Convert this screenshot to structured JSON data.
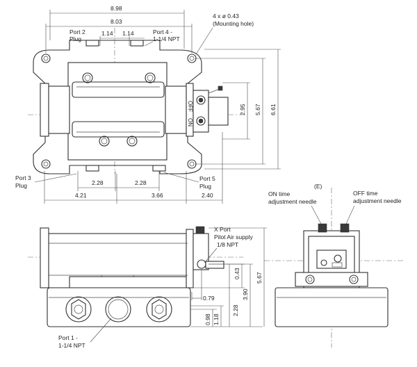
{
  "dimensions": {
    "overall_width": "8.98",
    "hole_spacing_width": "8.03",
    "port2_left_offset": "1.14",
    "port2_right_offset": "1.14",
    "right_height_1": "2.95",
    "right_height_2": "5.67",
    "right_height_3": "6.61",
    "port3_offset": "2.28",
    "port5_offset": "2.28",
    "bottom_left": "4.21",
    "bottom_mid": "3.66",
    "bottom_right": "2.40",
    "side_043": "0.43",
    "side_079": "0.79",
    "side_228": "2.28",
    "side_390": "3.90",
    "side_567": "5.67",
    "side_098": "0.98",
    "side_118": "1.18"
  },
  "labels": {
    "mount_hole_1": "4 x ø 0.43",
    "mount_hole_2": "(Mounting hole)",
    "port2_1": "Port 2",
    "port2_2": "Plug",
    "port4_1": "Port 4 -",
    "port4_2": "1-1/4 NPT",
    "port3_1": "Port 3",
    "port3_2": "Plug",
    "port5_1": "Port 5",
    "port5_2": "Plug",
    "off": "OFF",
    "on": "ON",
    "view_e": "(E)",
    "on_time_1": "ON time",
    "on_time_2": "adjustment needle",
    "off_time_1": "OFF time",
    "off_time_2": "adjustment needle",
    "xport_1": "X Port",
    "xport_2": "Pilot Air supply",
    "xport_3": "1/8 NPT",
    "port1_1": "Port 1 -",
    "port1_2": "1-1/4 NPT"
  }
}
